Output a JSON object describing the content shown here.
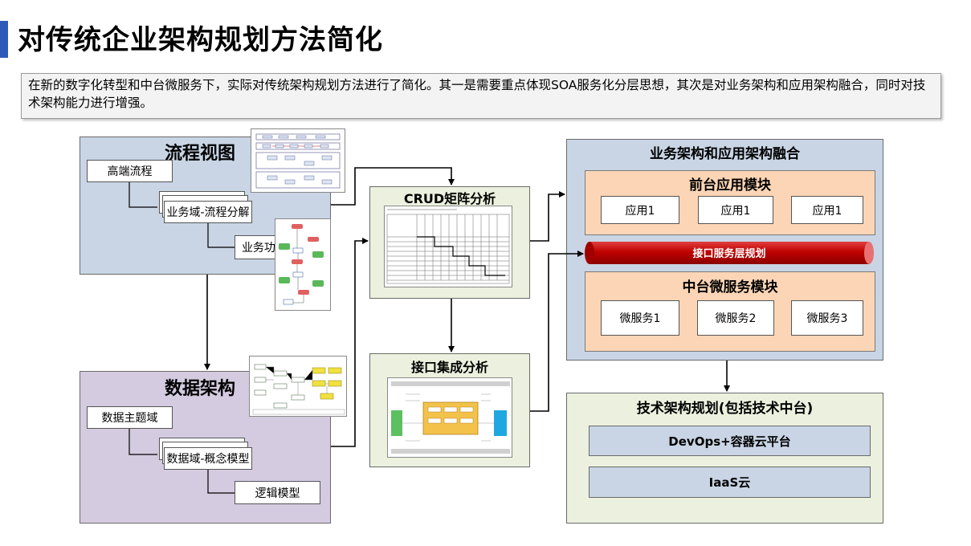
{
  "header": {
    "title": "对传统企业架构规划方法简化",
    "description": "在新的数字化转型和中台微服务下，实际对传统架构规划方法进行了简化。其一是需要重点体现SOA服务化分层思想，其次是对业务架构和应用架构融合，同时对技术架构能力进行增强。"
  },
  "flow_view": {
    "title": "流程视图",
    "level1": "高端流程",
    "level2": "业务域-流程分解",
    "level3": "业务功能-EPC"
  },
  "data_arch": {
    "title": "数据架构",
    "level1": "数据主题域",
    "level2": "数据域-概念模型",
    "level3": "逻辑模型"
  },
  "crud": {
    "title": "CRUD矩阵分析"
  },
  "interface": {
    "title": "接口集成分析"
  },
  "biz_app": {
    "title": "业务架构和应用架构融合",
    "front_title": "前台应用模块",
    "apps": [
      "应用1",
      "应用1",
      "应用1"
    ],
    "pipe_label": "接口服务层规划",
    "mid_title": "中台微服务模块",
    "services": [
      "微服务1",
      "微服务2",
      "微服务3"
    ]
  },
  "tech": {
    "title": "技术架构规划(包括技术中台)",
    "layer1": "DevOps+容器云平台",
    "layer2": "IaaS云"
  },
  "colors": {
    "accent": "#2E5BB8",
    "blue_panel": "#c9d5e5",
    "purple_panel": "#d4cbe0",
    "green_panel": "#ebf1de",
    "orange_module": "#fbd5b5",
    "pipe_red": "#c00000"
  }
}
